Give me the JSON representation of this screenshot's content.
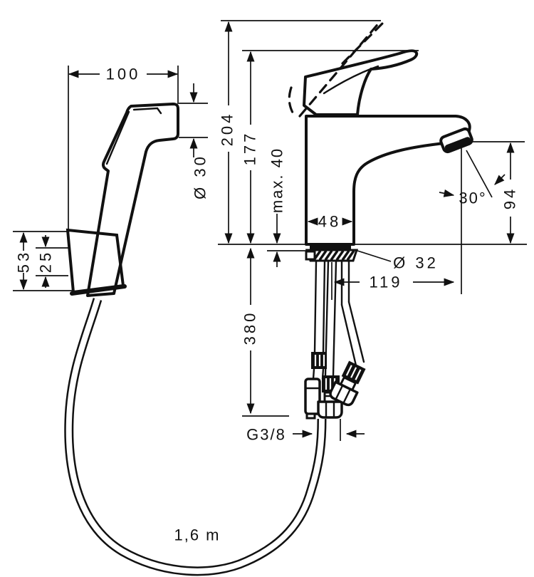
{
  "drawing": {
    "kind": "technical-dimension-drawing",
    "colors": {
      "line": "#111111",
      "background": "#ffffff"
    },
    "dims": {
      "sprayer_length": "100",
      "sprayer_head_diameter": "Ø 30",
      "holder_height": "53",
      "holder_offset": "25",
      "height_total": "204",
      "height_spout": "177",
      "mounting_thickness": "max. 40",
      "body_width": "48",
      "spray_angle": "30°",
      "outlet_height": "94",
      "base_diameter": "Ø 32",
      "spout_reach": "119",
      "connection_drop": "380",
      "thread_size": "G3/8",
      "hose_length": "1,6 m"
    }
  }
}
